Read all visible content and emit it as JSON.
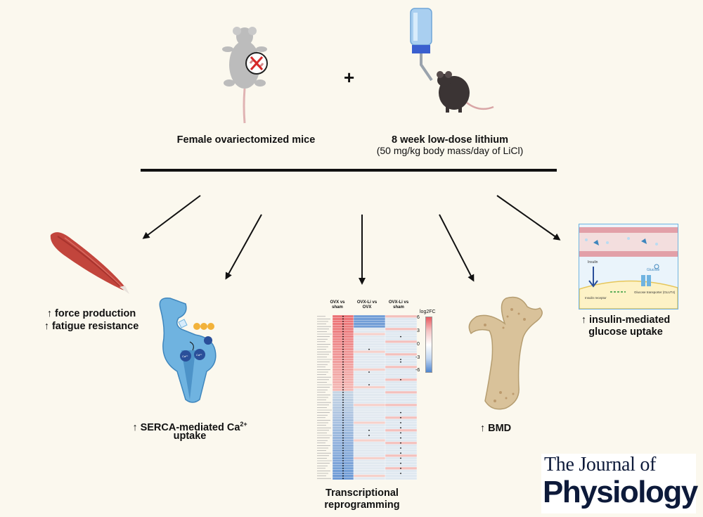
{
  "intervention": {
    "mice_label": "Female ovariectomized mice",
    "plus": "+",
    "lithium_title": "8 week low-dose lithium",
    "lithium_dose": "(50 mg/kg body mass/day of LiCl)"
  },
  "outcomes": {
    "muscle_line1": "↑ force production",
    "muscle_line2": "↑ fatigue resistance",
    "serca_line1": "↑ SERCA-mediated Ca",
    "serca_sup": "2+",
    "serca_line2": "uptake",
    "transcript_line1": "Transcriptional",
    "transcript_line2": "reprogramming",
    "bmd": "↑ BMD",
    "insulin_line1": "↑ insulin-mediated",
    "insulin_line2": "glucose uptake"
  },
  "heatmap": {
    "columns": [
      "OVX vs sham",
      "OVX-Li vs OVX",
      "OVX-Li vs sham"
    ],
    "scale_title": "log2FC",
    "scale_ticks": [
      "6",
      "3",
      "0",
      "-3",
      "-6"
    ]
  },
  "insulin_panel": {
    "insulin": "Insulin",
    "glucose": "Glucose",
    "receptor": "Insulin receptor",
    "transporter": "Glucose transporter (GLUT4)"
  },
  "serca_panel": {
    "ca": "Ca²⁺"
  },
  "journal": {
    "line1": "The Journal of",
    "line2": "Physiology"
  },
  "colors": {
    "background": "#fbf8ee",
    "up": "#e8595f",
    "down": "#4f86d0",
    "muscle": "#c2453c",
    "serca": "#6fb3e0",
    "bone": "#d9c29a",
    "journal": "#0d1a3a"
  }
}
